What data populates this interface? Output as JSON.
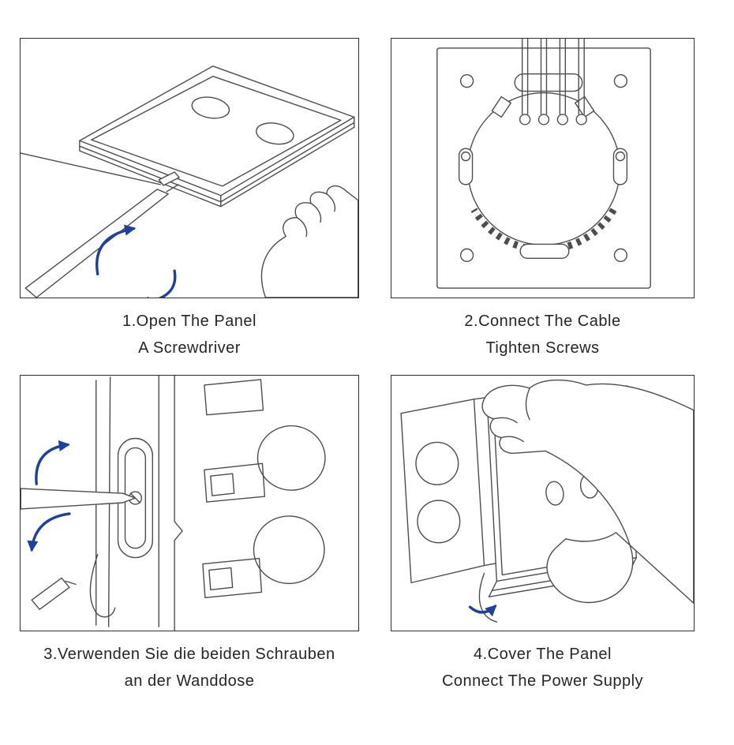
{
  "colors": {
    "background": "#ffffff",
    "line": "#4d4d4d",
    "arrow_blue": "#1f419b",
    "box_border": "#303030",
    "text": "#262626"
  },
  "steps": [
    {
      "number": "1",
      "caption_line1": "1.Open The Panel",
      "caption_line2": "A Screwdriver",
      "illustration": "screwdriver-prying-open-touch-panel-held-by-hand",
      "arrow_icons": "two-blue-rotation-arrows"
    },
    {
      "number": "2",
      "caption_line1": "2.Connect The Cable",
      "caption_line2": "Tighten Screws",
      "illustration": "wall-mounting-plate-with-four-cables-and-screw-terminals",
      "arrow_icons": "none"
    },
    {
      "number": "3",
      "caption_line1": "3.Verwenden Sie die beiden Schrauben",
      "caption_line2": "an der Wanddose",
      "illustration": "side-view-screwdriver-driving-screw-into-wall-box",
      "arrow_icons": "two-blue-rotation-arrows"
    },
    {
      "number": "4",
      "caption_line1": "4.Cover The Panel",
      "caption_line2": "Connect The Power Supply",
      "illustration": "hand-placing-cover-panel-onto-wall-box",
      "arrow_icons": "one-blue-attach-arrow"
    }
  ]
}
